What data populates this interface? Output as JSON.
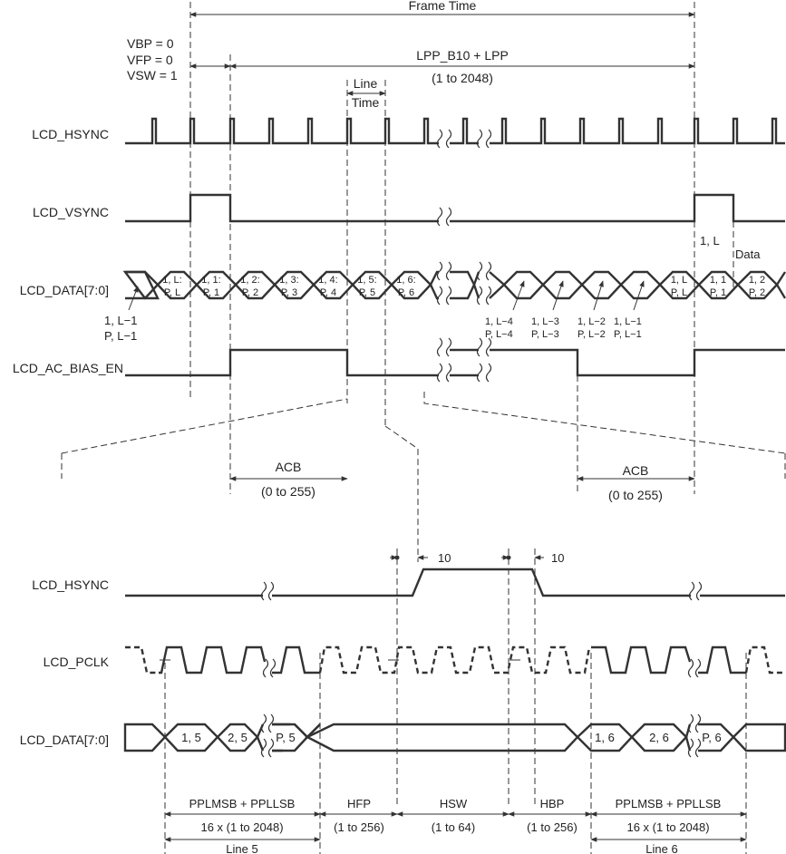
{
  "top": {
    "frame_time": "Frame Time",
    "vbp": "VBP = 0",
    "vfp": "VFP = 0",
    "vsw": "VSW = 1",
    "lpp": "LPP_B10 + LPP",
    "lpp_range": "(1 to 2048)",
    "line_time_1": "Line",
    "line_time_2": "Time",
    "signals": {
      "hsync": "LCD_HSYNC",
      "vsync": "LCD_VSYNC",
      "data": "LCD_DATA[7:0]",
      "ac_bias": "LCD_AC_BIAS_EN"
    },
    "data_cells": [
      {
        "l1": "1, L:",
        "l2": "P, L"
      },
      {
        "l1": "1, 1:",
        "l2": "P, 1"
      },
      {
        "l1": "1, 2:",
        "l2": "P, 2"
      },
      {
        "l1": "1, 3:",
        "l2": "P, 3"
      },
      {
        "l1": "1, 4:",
        "l2": "P, 4"
      },
      {
        "l1": "1, 5:",
        "l2": "P, 5"
      },
      {
        "l1": "1, 6:",
        "l2": "P, 6"
      },
      {
        "l1": "1, L",
        "l2": "P, L"
      },
      {
        "l1": "1, 1",
        "l2": "P, 1"
      },
      {
        "l1": "1, 2",
        "l2": "P, 2"
      }
    ],
    "callouts": {
      "first_1": "1, L−1",
      "first_2": "P, L−1",
      "c1_1": "1, L−4",
      "c1_2": "P, L−4",
      "c2_1": "1, L−3",
      "c2_2": "P, L−3",
      "c3_1": "1,  L−2",
      "c3_2": "P, L−2",
      "c4_1": "1, L−1",
      "c4_2": "P, L−1",
      "one_l": "1, L",
      "data": "Data"
    },
    "acb": "ACB",
    "acb_range": "(0 to 255)"
  },
  "bottom": {
    "signals": {
      "hsync": "LCD_HSYNC",
      "pclk": "LCD_PCLK",
      "data": "LCD_DATA[7:0]"
    },
    "delay_1": "10",
    "delay_2": "10",
    "cells": [
      "1, 5",
      "2, 5",
      "P, 5",
      "1, 6",
      "2, 6",
      "P, 6"
    ],
    "ppl_1": "PPLMSB + PPLLSB",
    "ppl_1_range": "16 x (1 to 2048)",
    "hfp": "HFP",
    "hfp_range": "(1 to 256)",
    "hsw": "HSW",
    "hsw_range": "(1 to 64)",
    "hbp": "HBP",
    "hbp_range": "(1 to 256)",
    "ppl_2": "PPLMSB + PPLLSB",
    "ppl_2_range": "16 x (1 to 2048)",
    "line5": "Line 5",
    "line6": "Line 6"
  },
  "colors": {
    "stroke": "#333333",
    "bus_fill": "#d9d9d9",
    "background": "#ffffff"
  }
}
